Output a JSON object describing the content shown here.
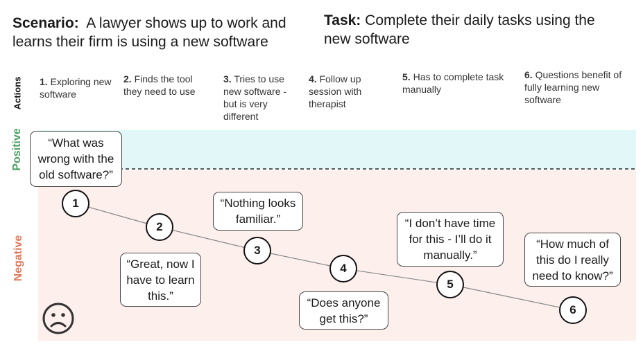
{
  "header": {
    "scenario_label": "Scenario:",
    "scenario_text_line1": "A lawyer shows up to work and",
    "scenario_text_line2": "learns their firm is using a new software",
    "task_label": "Task:",
    "task_text_line1": "Complete their daily tasks using the",
    "task_text_line2": "new software"
  },
  "row_labels": {
    "actions": "Actions",
    "positive": "Positive",
    "negative": "Negative"
  },
  "colors": {
    "positive_band": "#e2f8f8",
    "negative_band": "#fcefec",
    "positive_label": "#4a9e62",
    "negative_label": "#e07a5f"
  },
  "actions": [
    {
      "num": "1.",
      "text": "Exploring new software"
    },
    {
      "num": "2.",
      "text": "Finds the tool they need to use"
    },
    {
      "num": "3.",
      "text": "Tries to use new software - but is very different"
    },
    {
      "num": "4.",
      "text": "Follow up session with therapist"
    },
    {
      "num": "5.",
      "text": "Has to complete task manually"
    },
    {
      "num": "6.",
      "text": "Questions benefit of fully learning new software"
    }
  ],
  "nodes": [
    "1",
    "2",
    "3",
    "4",
    "5",
    "6"
  ],
  "quotes": [
    "“What was wrong with the old software?”",
    "“Great, now I have to learn this.”",
    "“Nothing looks familiar.”",
    "“Does anyone get this?”",
    "“I don’t have time for this - I’ll do it manually.”",
    "“How much of this do I really need to know?”"
  ],
  "mood_icon": "sad-face-icon"
}
